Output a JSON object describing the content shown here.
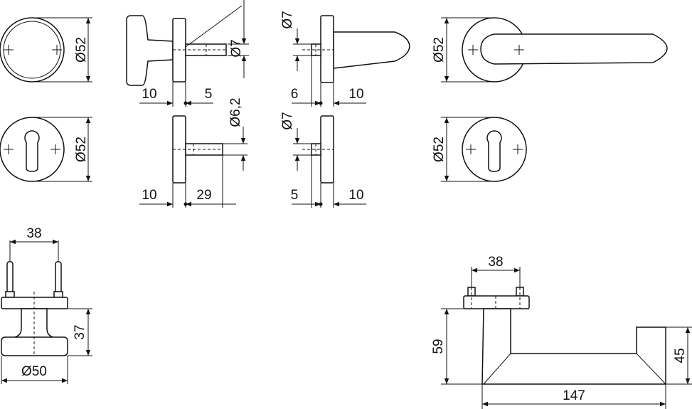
{
  "dimensions": {
    "rose_dia_1": "Ø52",
    "rose_dia_2": "Ø52",
    "rose_dia_3": "Ø52",
    "rose_dia_4": "Ø52",
    "knob_rose_thk": "10",
    "knob_spindle": "5",
    "knob_pin_dia": "Ø7",
    "lever_pin_dia": "Ø7",
    "lever_spindle": "6",
    "lever_rose_thk": "10",
    "rose_pin_dia_62": "Ø6,2",
    "rose_thk_b": "10",
    "rose_len_29": "29",
    "rose_pin_dia_b": "Ø7",
    "rose_spindle_b": "5",
    "rose_thk_c": "10",
    "knob_side_width": "38",
    "knob_height": "37",
    "knob_dia": "Ø50",
    "lever_side_width": "38",
    "lever_height": "59",
    "lever_grip_h": "45",
    "lever_length": "147"
  }
}
